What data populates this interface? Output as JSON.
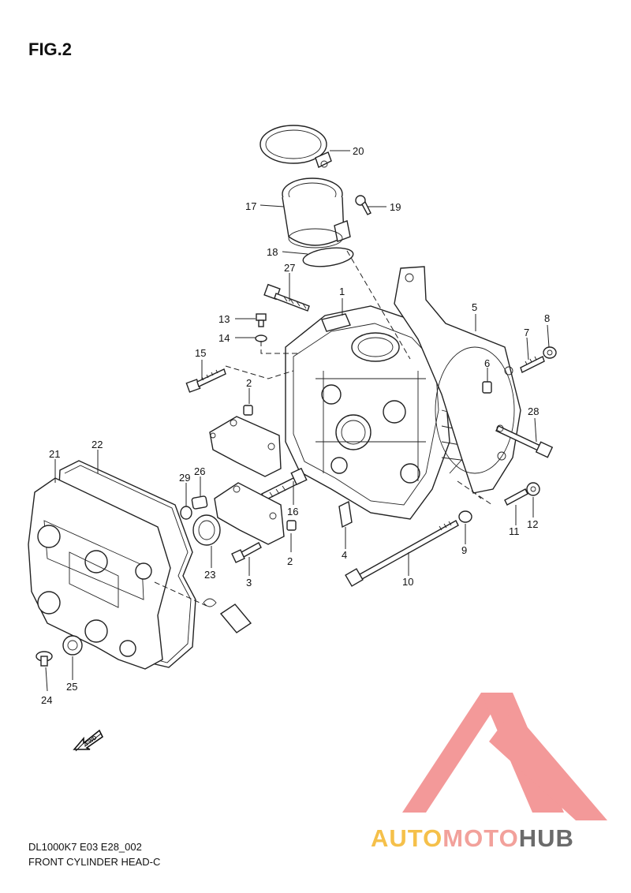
{
  "figure": {
    "title": "FIG.2",
    "model_code": "DL1000K7 E03 E28_002",
    "caption": "FRONT CYLINDER HEAD-C"
  },
  "callouts": [
    "20",
    "17",
    "19",
    "18",
    "27",
    "1",
    "5",
    "13",
    "14",
    "15",
    "8",
    "7",
    "6",
    "2",
    "28",
    "22",
    "21",
    "29",
    "26",
    "16",
    "12",
    "11",
    "4",
    "9",
    "23",
    "2",
    "3",
    "10",
    "24",
    "25"
  ],
  "fwd_mark": {
    "label": "FWD",
    "icon": "fwd-arrow-icon"
  },
  "watermark": {
    "icon": "automotohub-logo-icon",
    "word_1": "AUTO",
    "word_2": "MOTO",
    "word_3": "HUB",
    "colors": {
      "auto": "#f5c04a",
      "moto": "#f2a19b",
      "hub": "#6b6b6b",
      "triangle": "#f07d7d"
    }
  }
}
